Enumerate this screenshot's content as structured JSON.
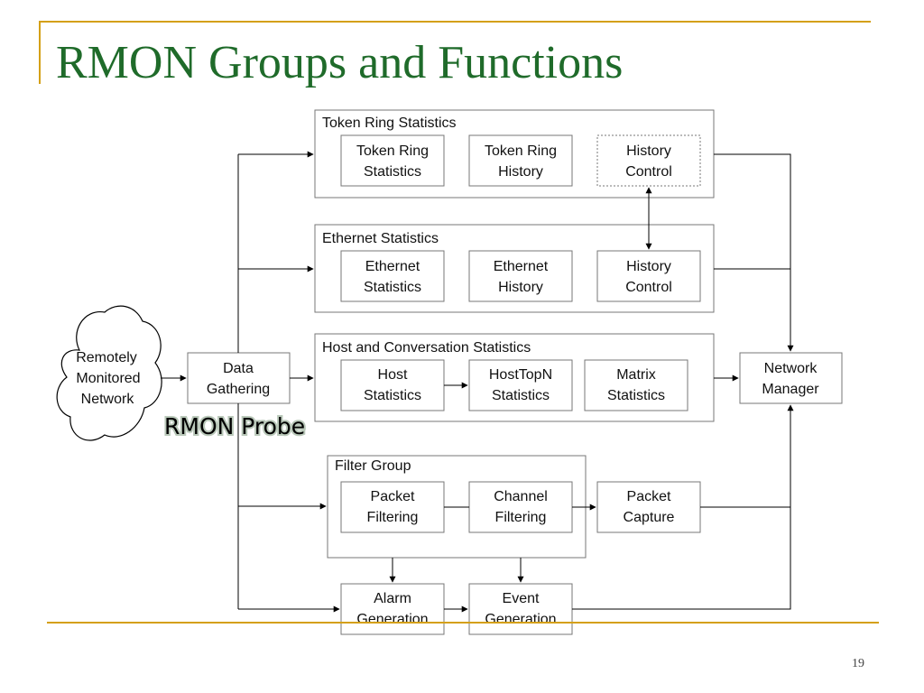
{
  "slide": {
    "title": "RMON Groups and Functions",
    "page_number": "19",
    "accent_color": "#d4a017",
    "title_color": "#1f6b2a"
  },
  "diagram": {
    "network_cloud": [
      "Remotely",
      "Monitored",
      "Network"
    ],
    "data_gathering": [
      "Data",
      "Gathering"
    ],
    "probe_label": "RMON Probe",
    "network_manager": [
      "Network",
      "Manager"
    ],
    "groups": {
      "token_ring": {
        "title": "Token Ring Statistics",
        "boxes": [
          [
            "Token Ring",
            "Statistics"
          ],
          [
            "Token Ring",
            "History"
          ],
          [
            "History",
            "Control"
          ]
        ]
      },
      "ethernet": {
        "title": "Ethernet Statistics",
        "boxes": [
          [
            "Ethernet",
            "Statistics"
          ],
          [
            "Ethernet",
            "History"
          ],
          [
            "History",
            "Control"
          ]
        ]
      },
      "host_conv": {
        "title": "Host and Conversation Statistics",
        "boxes": [
          [
            "Host",
            "Statistics"
          ],
          [
            "HostTopN",
            "Statistics"
          ],
          [
            "Matrix",
            "Statistics"
          ]
        ]
      },
      "filter": {
        "title": "Filter Group",
        "boxes": [
          [
            "Packet",
            "Filtering"
          ],
          [
            "Channel",
            "Filtering"
          ]
        ]
      }
    },
    "packet_capture": [
      "Packet",
      "Capture"
    ],
    "alarm": [
      "Alarm",
      "Generation"
    ],
    "event": [
      "Event",
      "Generation"
    ]
  }
}
